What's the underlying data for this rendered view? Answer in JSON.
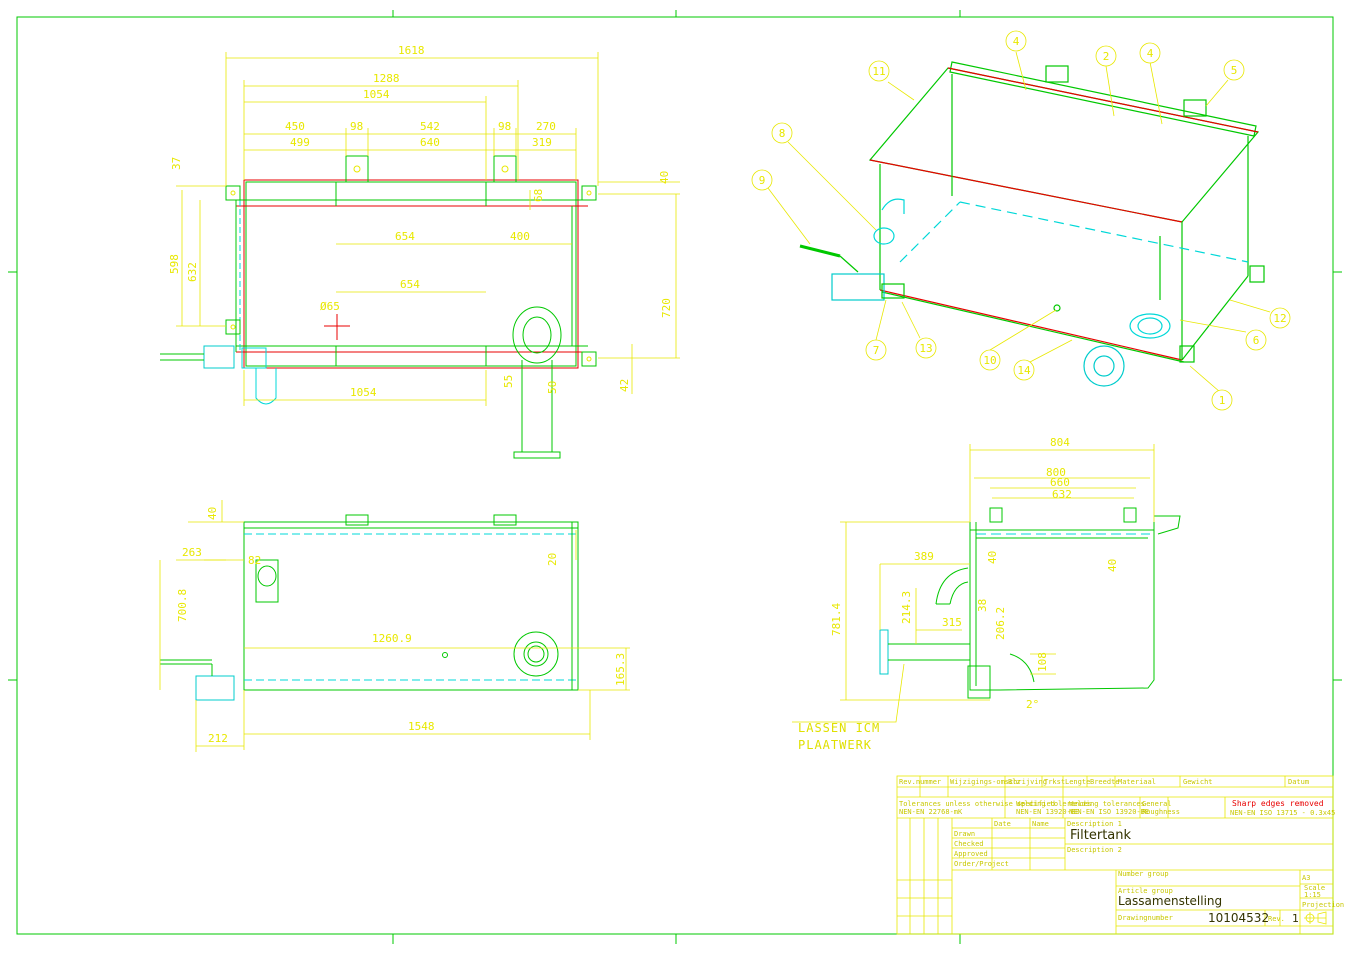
{
  "colors": {
    "background": "#ffffff",
    "outline": "#00c800",
    "edge": "#e80000",
    "dimension": "#e8e800",
    "hidden": "#00d8d8",
    "flange": "#00cccc"
  },
  "top_view": {
    "dims": {
      "overall": "1618",
      "d1288": "1288",
      "d1054": "1054",
      "d450": "450",
      "d98a": "98",
      "d542": "542",
      "d98b": "98",
      "d270": "270",
      "d499": "499",
      "d640": "640",
      "d319": "319",
      "d37": "37",
      "d40": "40",
      "d68": "68",
      "d598": "598",
      "d632": "632",
      "d654a": "654",
      "d400": "400",
      "d720": "720",
      "d654b": "654",
      "d65": "Ø65",
      "d1054b": "1054",
      "d42": "42",
      "d55": "55",
      "d50": "50"
    }
  },
  "front_view": {
    "dims": {
      "d40": "40",
      "d263": "263",
      "d82": "82",
      "d7008": "700.8",
      "d20": "20",
      "d12609": "1260.9",
      "d1653": "165.3",
      "d1548": "1548",
      "d212": "212"
    }
  },
  "side_view": {
    "dims": {
      "d804": "804",
      "d800": "800",
      "d660": "660",
      "d632": "632",
      "d389": "389",
      "d40a": "40",
      "d40b": "40",
      "d7814": "781.4",
      "d2143": "214.3",
      "d315": "315",
      "d2062": "206.2",
      "d38": "38",
      "d108": "108",
      "d2": "2°"
    },
    "note_line1": "LASSEN ICM",
    "note_line2": "PLAATWERK"
  },
  "iso_view": {
    "balloons": [
      "1",
      "2",
      "4",
      "4",
      "5",
      "6",
      "7",
      "8",
      "9",
      "10",
      "11",
      "12",
      "13",
      "14"
    ]
  },
  "title_block": {
    "row1": [
      "Rev.nummer",
      "Wijzigings-omschrijving",
      "Blz",
      "Trkst",
      "Lengte",
      "Breedte",
      "Materiaal",
      "Gewicht",
      "Datum"
    ],
    "tol_a": "Tolerances unless otherwise specified",
    "tol_b": "NEN-EN 22768-mK",
    "tol_c": "Welding tolerances",
    "tol_d": "NEN-EN 13920-BE",
    "tol_e": "Welding tolerances",
    "tol_f": "NEN-EN ISO 13920-BE",
    "rough_a": "General",
    "rough_b": "Roughness",
    "sharp": "Sharp edges removed",
    "sharp_b": "NEN-EN ISO 13715 - 0.3x45",
    "date_lbl": "Date",
    "name_lbl": "Name",
    "drawn": "Drawn",
    "checked": "Checked",
    "approved": "Approved",
    "order": "Order/Project",
    "desc1_lbl": "Description 1",
    "title": "Filtertank",
    "desc2_lbl": "Description 2",
    "number_group": "Number group",
    "article_group": "Article group",
    "article_value": "Lassamenstelling",
    "drawing_number_lbl": "Drawingnumber",
    "drawing_number": "10104532",
    "rev_lbl": "Rev.",
    "sheet_lbl": "1",
    "scale_lbl": "Scale",
    "scale_val": "1:15",
    "format_lbl": "A3",
    "projection_lbl": "Projection"
  }
}
